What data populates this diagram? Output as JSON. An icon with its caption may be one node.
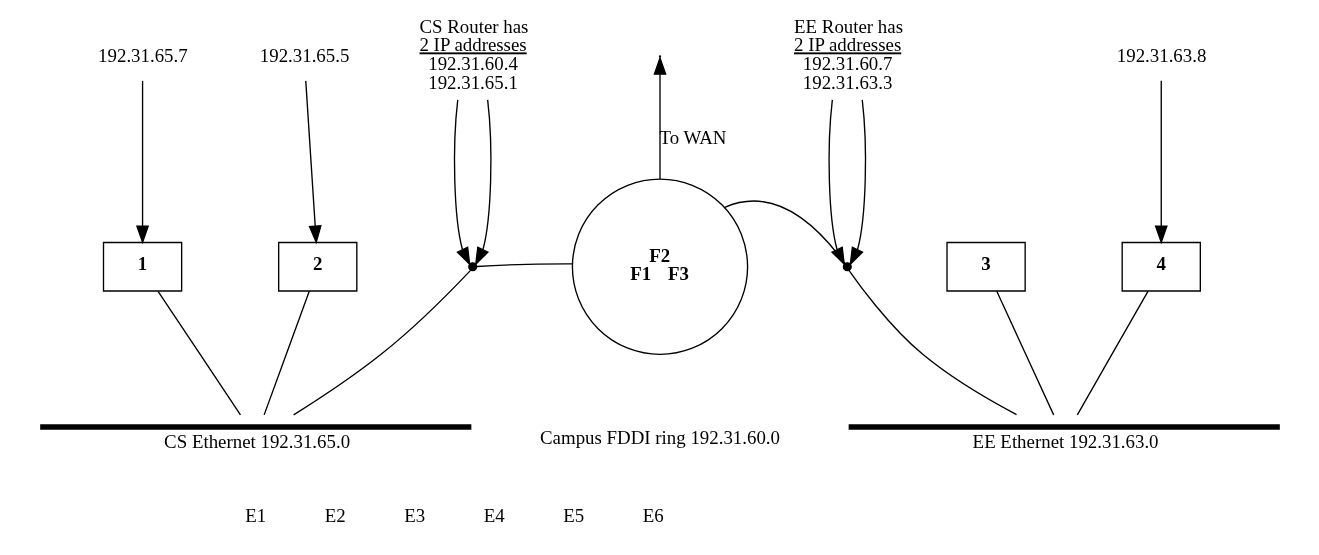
{
  "diagram": {
    "nodes": [
      {
        "text": [
          "192.31.65.7"
        ]
      },
      {
        "text": [
          "1"
        ]
      },
      {
        "text": [
          "192.31.65.5"
        ]
      },
      {
        "text": [
          "2"
        ]
      },
      {
        "text": [],
        "shape": "bar",
        "beside": [
          "CS Ethernet 192.31.65.0"
        ]
      },
      {
        "text": [
          "CS Router has",
          "2 IP addresses",
          "192.31.60.4",
          "192.31.65.1"
        ]
      },
      {
        "text": [],
        "shape": "point"
      },
      {
        "text": [
          "F2",
          "F1",
          "F3"
        ],
        "beside": [
          "Campus FDDI ring 192.31.60.0"
        ]
      },
      {
        "text": [
          "EE Router has",
          "2 IP addresses",
          "192.31.60.7",
          "192.31.63.3"
        ]
      },
      {
        "text": [],
        "shape": "point"
      },
      {
        "text": [],
        "shape": "bar",
        "beside": [
          "EE Ethernet 192.31.63.0"
        ]
      },
      {
        "text": [
          "3"
        ]
      },
      {
        "text": [
          "192.31.63.8"
        ]
      },
      {
        "text": [
          "4"
        ]
      }
    ],
    "edges": [
      {
        "from": 0,
        "to": 1,
        "arrow": "to"
      },
      {
        "from": 2,
        "to": 3,
        "arrow": "to"
      },
      {
        "from": 1,
        "to": 4,
        "arrow": "none"
      },
      {
        "from": 3,
        "to": 4,
        "arrow": "none"
      },
      {
        "from": 5,
        "to": 6,
        "arrow": "to"
      },
      {
        "from": 5,
        "to": 6,
        "arrow": "to"
      },
      {
        "from": 6,
        "to": 4,
        "arrow": "none"
      },
      {
        "from": 6,
        "to": 7,
        "arrow": "none"
      },
      {
        "from": 7,
        "to": null,
        "arrow": "to",
        "label": "To WAN"
      },
      {
        "from": 8,
        "to": 9,
        "arrow": "to"
      },
      {
        "from": 8,
        "to": 9,
        "arrow": "to"
      },
      {
        "from": 7,
        "to": 9,
        "arrow": "none"
      },
      {
        "from": 9,
        "to": 10,
        "arrow": "none"
      },
      {
        "from": 11,
        "to": 10,
        "arrow": "none"
      },
      {
        "from": 12,
        "to": 13,
        "arrow": "to"
      },
      {
        "from": 13,
        "to": 10,
        "arrow": "none"
      }
    ],
    "labels": [
      "E1",
      "E2",
      "E3",
      "E4",
      "E5",
      "E6"
    ]
  }
}
